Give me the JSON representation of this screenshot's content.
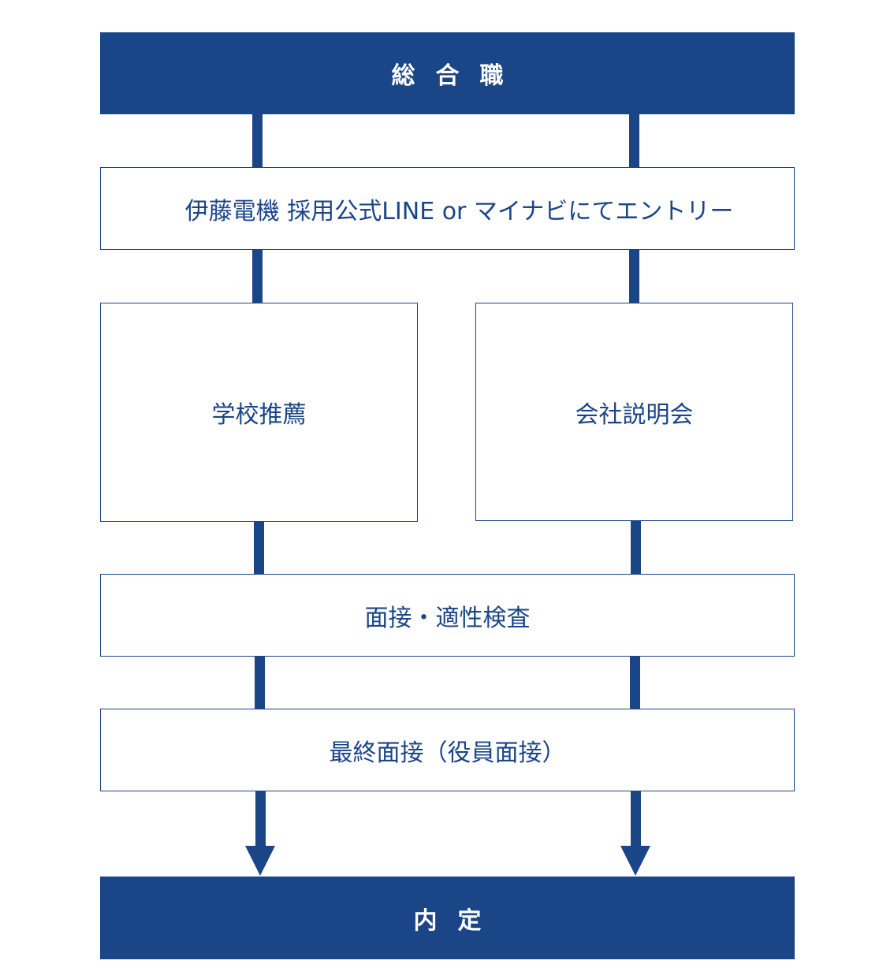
{
  "colors": {
    "primary": "#1a4587",
    "background": "#ffffff"
  },
  "flow": {
    "start": {
      "label": "総合職"
    },
    "entry": {
      "label": "伊藤電機 採用公式LINE or マイナビにてエントリー"
    },
    "route_left": {
      "label": "学校推薦"
    },
    "route_right": {
      "label": "会社説明会"
    },
    "interview": {
      "label": "面接・適性検査"
    },
    "final_interview": {
      "label": "最終面接（役員面接）"
    },
    "end": {
      "label": "内定"
    }
  }
}
